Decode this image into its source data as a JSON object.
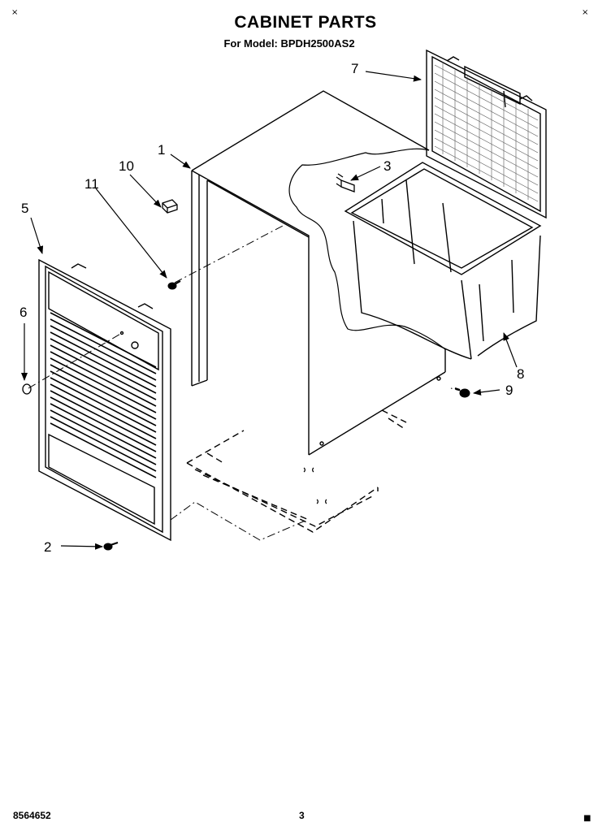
{
  "header": {
    "title": "CABINET PARTS",
    "subtitle": "For Model: BPDH2500AS2"
  },
  "footer": {
    "code": "8564652",
    "page": "3"
  },
  "corner_marks": {
    "top_left": "×",
    "top_right": "×",
    "bottom_right": "■"
  },
  "callouts": [
    {
      "id": "1",
      "label": "1"
    },
    {
      "id": "2",
      "label": "2"
    },
    {
      "id": "3",
      "label": "3"
    },
    {
      "id": "5",
      "label": "5"
    },
    {
      "id": "6",
      "label": "6"
    },
    {
      "id": "7",
      "label": "7"
    },
    {
      "id": "8",
      "label": "8"
    },
    {
      "id": "9",
      "label": "9"
    },
    {
      "id": "10",
      "label": "10"
    },
    {
      "id": "11",
      "label": "11"
    }
  ]
}
